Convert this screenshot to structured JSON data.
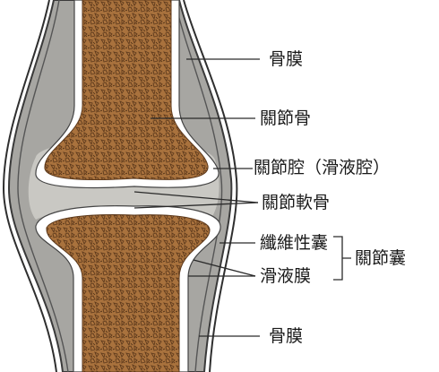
{
  "labels": {
    "periosteum_top": "骨膜",
    "bone": "關節骨",
    "joint_cavity": "關節腔（滑液腔）",
    "articular_cartilage": "關節軟骨",
    "fibrous_capsule": "纖維性囊",
    "synovial_membrane": "滑液膜",
    "joint_capsule": "關節囊",
    "periosteum_bottom": "骨膜"
  },
  "colors": {
    "bone_fill": "#a9723d",
    "bone_texture": "#5e3a1c",
    "capsule_fill": "#a7a6a2",
    "capsule_stroke": "#3a3a3a",
    "cartilage_fill": "#ffffff",
    "cavity_fill": "#c9c8c3",
    "leader_line": "#2a2a2a"
  }
}
